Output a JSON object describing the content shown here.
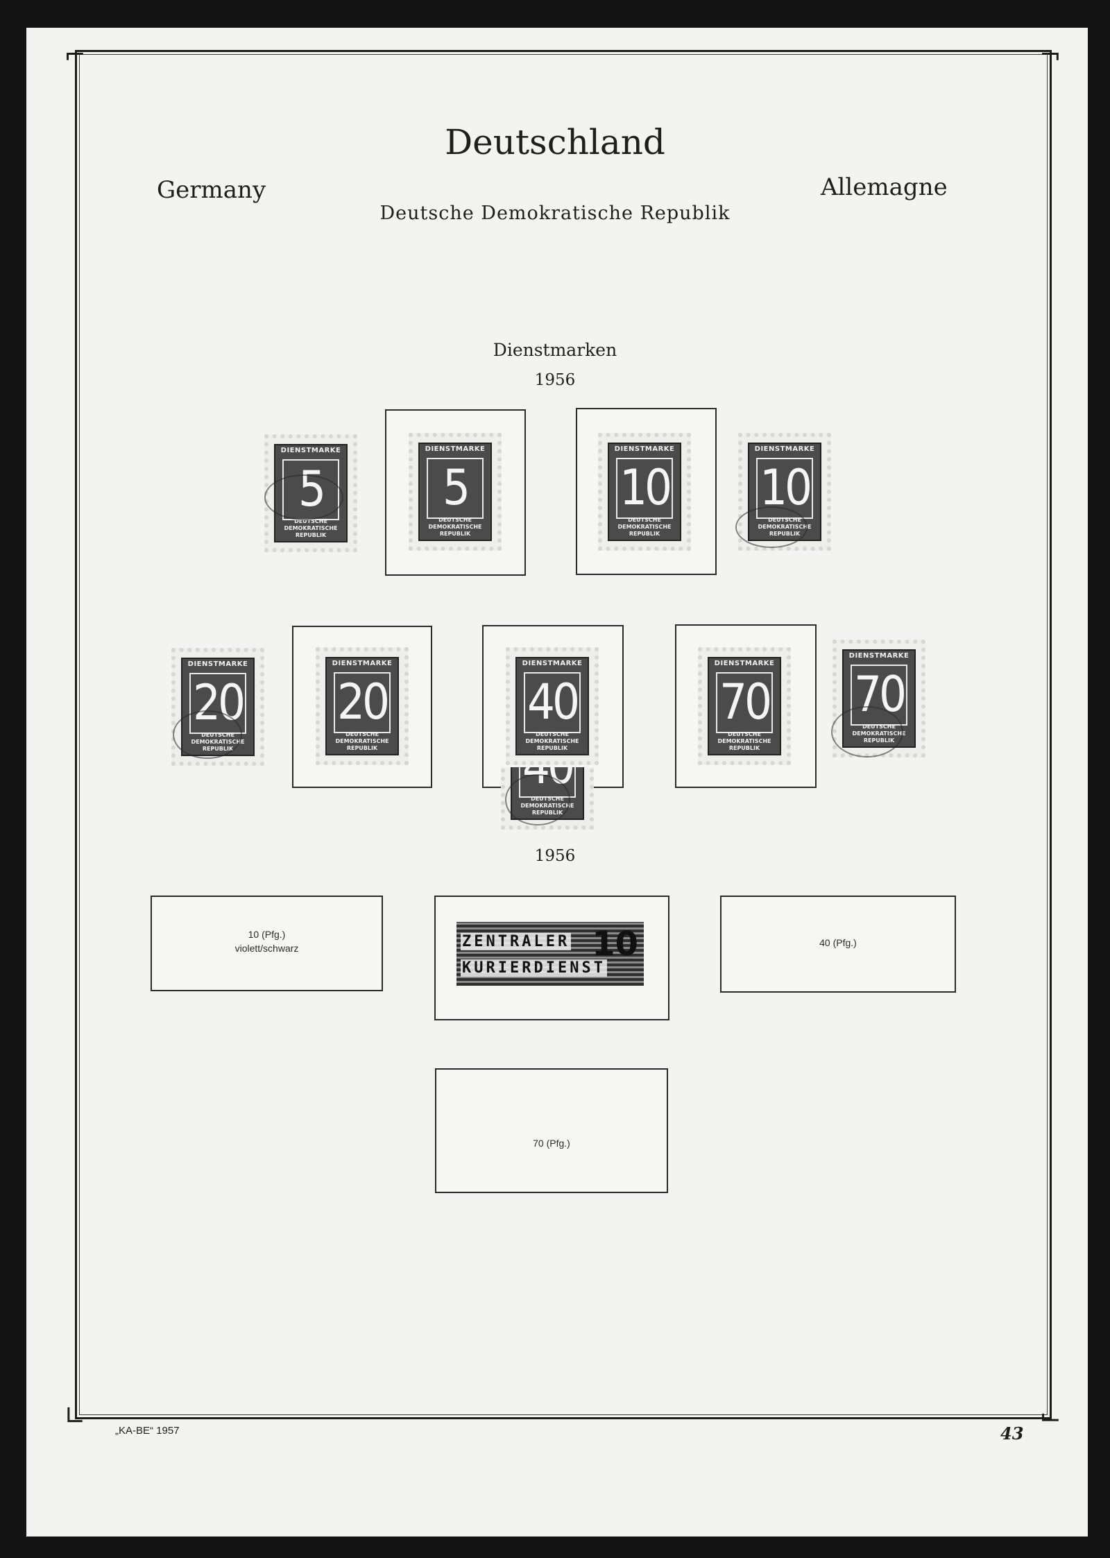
{
  "header": {
    "title": "Deutschland",
    "left_title": "Germany",
    "right_title": "Allemagne",
    "subtitle": "Deutsche Demokratische Republik"
  },
  "section": {
    "name": "Dienstmarken",
    "year_1": "1956",
    "year_2": "1956"
  },
  "stamps": {
    "top_text": "DIENSTMARKE",
    "bottom_line_1": "DEUTSCHE",
    "bottom_line_2": "DEMOKRATISCHE REPUBLIK",
    "values": [
      "5",
      "5",
      "10",
      "10",
      "20",
      "20",
      "40",
      "70",
      "70",
      "40"
    ]
  },
  "spaces": {
    "s1_line1": "10 (Pfg.)",
    "s1_line2": "violett/schwarz",
    "s2_line1": "ZENTRALER",
    "s2_line2": "KURIERDIENST",
    "s2_value": "10",
    "s3_line1": "40 (Pfg.)",
    "s4_line1": "70 (Pfg.)"
  },
  "footer": {
    "publisher": "„KA-BE“ 1957",
    "page_number": "43"
  }
}
